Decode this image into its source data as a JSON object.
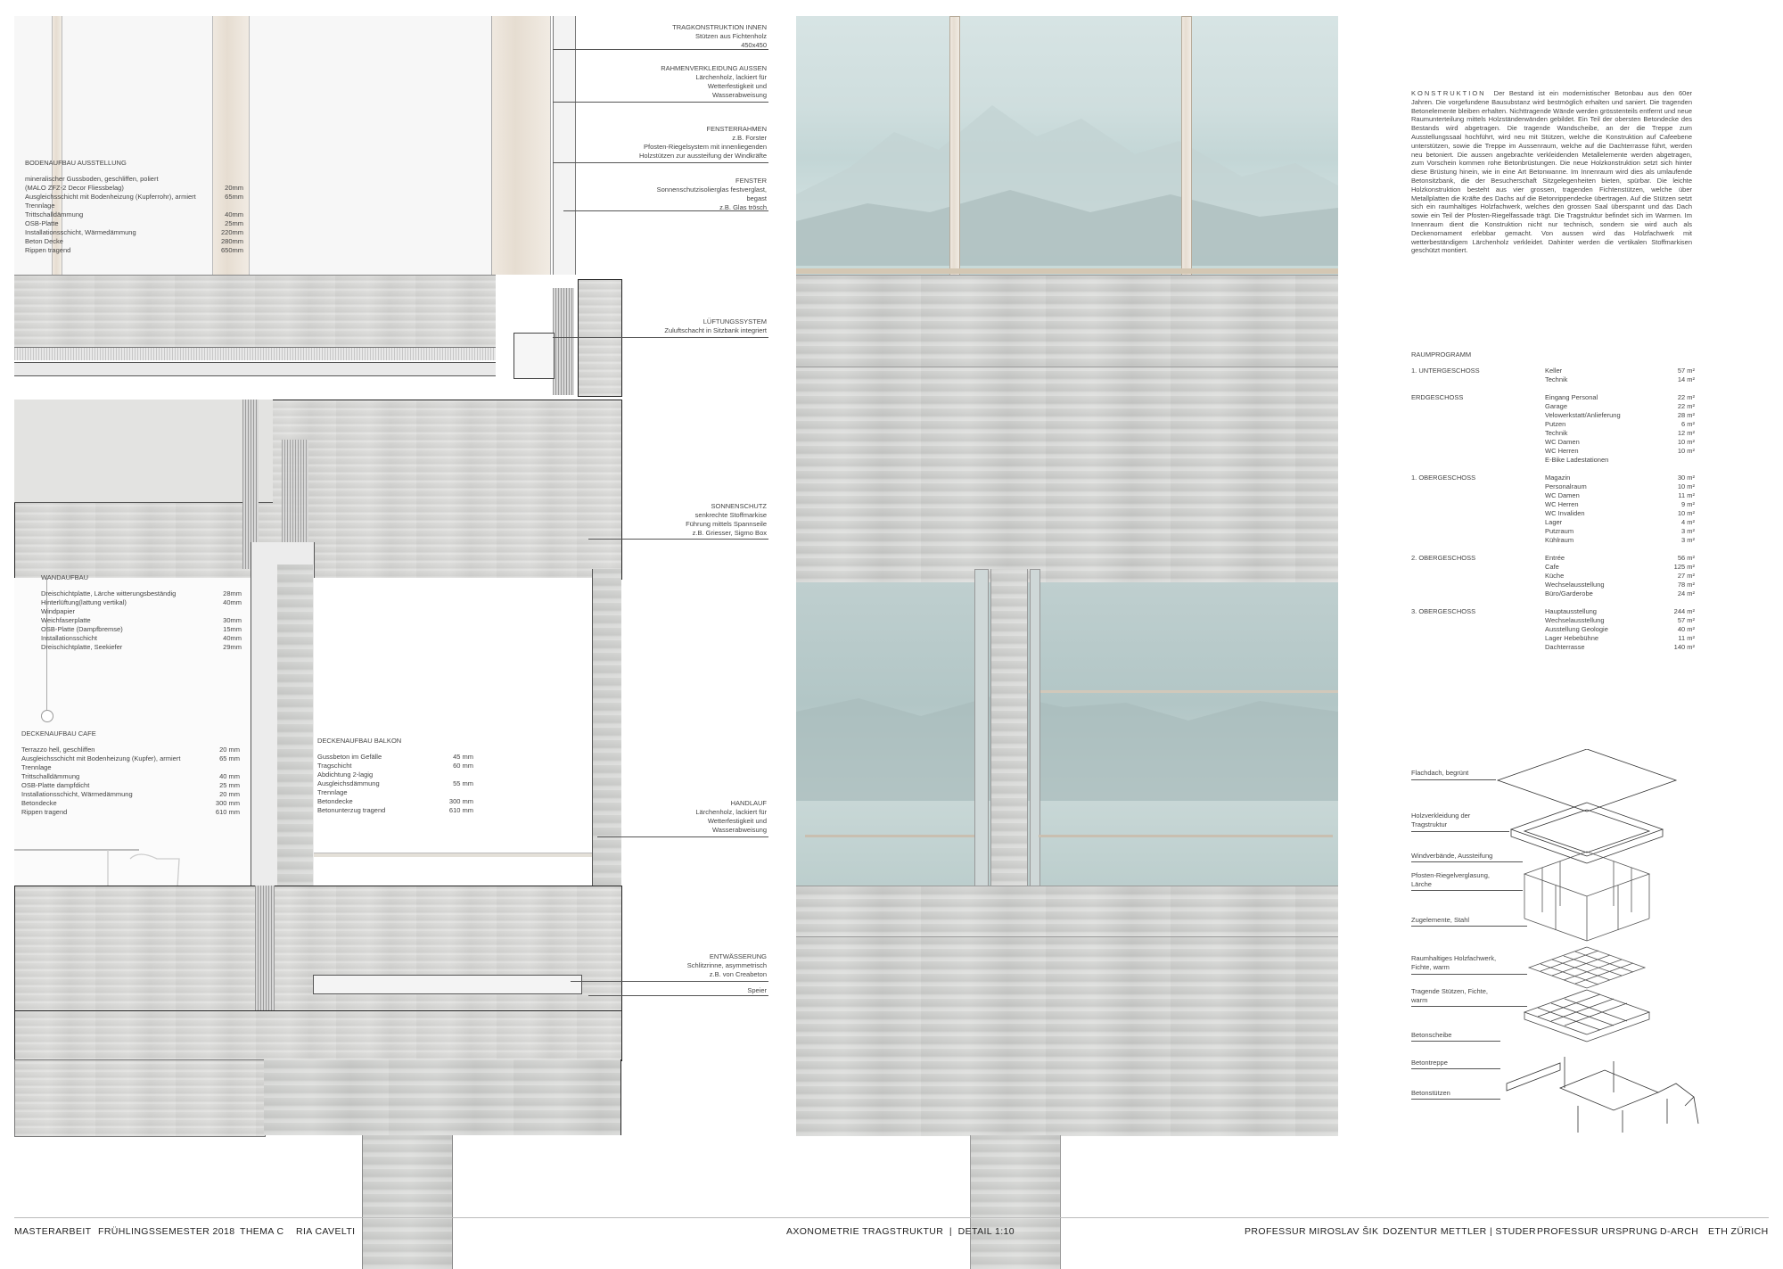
{
  "annotations": {
    "tragkonstruktion": [
      "TRAGKONSTRUKTION INNEN",
      "Stützen aus Fichtenholz",
      "450x450"
    ],
    "rahmen": [
      "RAHMENVERKLEIDUNG AUSSEN",
      "Lärchenholz, lackiert für",
      "Wetterfestigkeit und",
      "Wasserabweisung"
    ],
    "fensterrahmen": [
      "FENSTERRAHMEN",
      "z.B. Forster",
      "Pfosten-Riegelsystem mit innenliegenden",
      "Holzstützen zur aussteifung der Windkräfte"
    ],
    "fenster": [
      "FENSTER",
      "Sonnenschutzisolierglas festverglast,",
      "begast",
      "z.B. Glas trösch"
    ],
    "lueftung": [
      "LÜFTUNGSSYSTEM",
      "Zuluftschacht in Sitzbank integriert"
    ],
    "sonnenschutz": [
      "SONNENSCHUTZ",
      "senkrechte Stoffmarkise",
      "Führung mittels Spannseile",
      "z.B. Griesser, Sigmo Box"
    ],
    "handlauf": [
      "HANDLAUF",
      "Lärchenholz, lackiert für",
      "Wetterfestigkeit und",
      "Wasserabweisung"
    ],
    "entwaesserung": [
      "ENTWÄSSERUNG",
      "Schlitzrinne, asymmetrisch",
      "z.B. von Creabeton"
    ],
    "speier": "Speier"
  },
  "bodenaufbau": {
    "title": "BODENAUFBAU AUSSTELLUNG",
    "rows": [
      [
        "mineralischer Gussboden, geschliffen, poliert",
        ""
      ],
      [
        "(MALO ZFZ-2 Decor Fliessbelag)",
        "20mm"
      ],
      [
        "Ausgleichsschicht mit Bodenheizung (Kupferrohr), armiert",
        "65mm"
      ],
      [
        "Trennlage",
        ""
      ],
      [
        "Trittschalldämmung",
        "40mm"
      ],
      [
        "OSB-Platte",
        "25mm"
      ],
      [
        "Installationsschicht, Wärmedämmung",
        "220mm"
      ],
      [
        "Beton Decke",
        "280mm"
      ],
      [
        "Rippen tragend",
        "650mm"
      ]
    ]
  },
  "wandaufbau": {
    "title": "WANDAUFBAU",
    "rows": [
      [
        "Dreischichtplatte, Lärche witterungsbeständig",
        "28mm"
      ],
      [
        "Hinterlüftung(lattung vertikal)",
        "40mm"
      ],
      [
        "Windpapier",
        ""
      ],
      [
        "Weichfaserplatte",
        "30mm"
      ],
      [
        "OSB-Platte (Dampfbremse)",
        "15mm"
      ],
      [
        "Installationsschicht",
        "40mm"
      ],
      [
        "Dreischichtplatte, Seekiefer",
        "29mm"
      ]
    ]
  },
  "deckenaufbau_cafe": {
    "title": "DECKENAUFBAU CAFE",
    "rows": [
      [
        "Terrazzo hell, geschliffen",
        "20 mm"
      ],
      [
        "Ausgleichsschicht mit Bodenheizung (Kupfer), armiert",
        "65 mm"
      ],
      [
        "Trennlage",
        ""
      ],
      [
        "Trittschalldämmung",
        "40 mm"
      ],
      [
        "OSB-Platte dampfdicht",
        "25 mm"
      ],
      [
        "Installationsschicht, Wärmedämmung",
        "20 mm"
      ],
      [
        "Betondecke",
        "300 mm"
      ],
      [
        "Rippen tragend",
        "610 mm"
      ]
    ]
  },
  "deckenaufbau_balkon": {
    "title": "DECKENAUFBAU BALKON",
    "rows": [
      [
        "Gussbeton im Gefälle",
        "45 mm"
      ],
      [
        "Tragschicht",
        "60 mm"
      ],
      [
        "Abdichtung 2-lagig",
        ""
      ],
      [
        "Ausgleichsdämmung",
        "55 mm"
      ],
      [
        "Trennlage",
        ""
      ],
      [
        "Betondecke",
        "300 mm"
      ],
      [
        "Betonunterzug tragend",
        "610 mm"
      ]
    ]
  },
  "konstruktion": {
    "title": "KONSTRUKTION",
    "text": "Der Bestand ist ein modernistischer Betonbau aus den 60er Jahren. Die vorgefundene Bausubstanz wird bestmöglich erhalten und saniert. Die tragenden Betonelemente bleiben erhalten. Nichttragende Wände werden grösstenteils entfernt und neue Raumunterteilung mittels Holzständerwänden gebildet. Ein Teil der obersten Betondecke des Bestands wird abgetragen. Die tragende Wandscheibe, an der die Treppe zum Ausstellungssaal hochführt, wird neu mit Stützen, welche die Konstruktion auf Cafeebene unterstützen, sowie die Treppe im Aussenraum, welche auf die Dachterrasse führt, werden neu betoniert. Die aussen angebrachte verkleidenden Metallelemente werden abgetragen, zum Vorschein kommen rohe Betonbrüstungen. Die neue Holzkonstruktion setzt sich hinter diese Brüstung hinein, wie in eine Art Betonwanne. Im Innenraum wird dies als umlaufende Betonsitzbank, die der Besucherschaft Sitzgelegenheiten bieten, spürbar. Die leichte Holzkonstruktion besteht aus vier grossen, tragenden Fichtenstützen, welche über Metallplatten die Kräfte des Dachs auf die Betonrippendecke übertragen. Auf die Stützen setzt sich ein raumhaltiges Holzfachwerk, welches den grossen Saal überspannt und das Dach sowie ein Teil der Pfosten-Riegelfassade trägt. Die Tragstruktur befindet sich im Warmen. Im Innenraum dient die Konstruktion nicht nur technisch, sondern sie wird auch als Deckenornament erlebbar gemacht. Von aussen wird das Holzfachwerk mit wetterbeständigem Lärchenholz verkleidet. Dahinter werden die vertikalen Stoffmarkisen geschützt montiert."
  },
  "raumprogramm": {
    "title": "RAUMPROGRAMM",
    "groups": [
      {
        "floor": "1. UNTERGESCHOSS",
        "rooms": [
          [
            "Keller",
            "57 m²"
          ],
          [
            "Technik",
            "14 m²"
          ]
        ]
      },
      {
        "floor": "ERDGESCHOSS",
        "rooms": [
          [
            "Eingang Personal",
            "22 m²"
          ],
          [
            "Garage",
            "22 m²"
          ],
          [
            "Velowerkstatt/Anlieferung",
            "28 m²"
          ],
          [
            "Putzen",
            "6 m²"
          ],
          [
            "Technik",
            "12 m²"
          ],
          [
            "WC Damen",
            "10 m²"
          ],
          [
            "WC Herren",
            "10 m²"
          ],
          [
            "E-Bike Ladestationen",
            ""
          ]
        ]
      },
      {
        "floor": "1. OBERGESCHOSS",
        "rooms": [
          [
            "Magazin",
            "30 m²"
          ],
          [
            "Personalraum",
            "10 m²"
          ],
          [
            "WC Damen",
            "11 m²"
          ],
          [
            "WC Herren",
            "9 m²"
          ],
          [
            "WC Invaliden",
            "10 m²"
          ],
          [
            "Lager",
            "4 m²"
          ],
          [
            "Putzraum",
            "3 m²"
          ],
          [
            "Kühlraum",
            "3 m²"
          ]
        ]
      },
      {
        "floor": "2. OBERGESCHOSS",
        "rooms": [
          [
            "Entrée",
            "56 m²"
          ],
          [
            "Cafe",
            "125 m²"
          ],
          [
            "Küche",
            "27 m²"
          ],
          [
            "Wechselausstellung",
            "78 m²"
          ],
          [
            "Büro/Garderobe",
            "24 m²"
          ]
        ]
      },
      {
        "floor": "3. OBERGESCHOSS",
        "rooms": [
          [
            "Hauptausstellung",
            "244 m²"
          ],
          [
            "Wechselausstellung",
            "57 m²"
          ],
          [
            "Ausstellung Geologie",
            "40 m²"
          ],
          [
            "Lager Hebebühne",
            "11 m²"
          ],
          [
            "",
            ""
          ],
          [
            "Dachterrasse",
            "140 m²"
          ]
        ]
      }
    ]
  },
  "axo_labels": [
    "Flachdach, begrünt",
    "Holzverkleidung der Tragstruktur",
    "Windverbände, Aussteifung",
    "Pfosten-Riegelverglasung, Lärche",
    "Zugelemente, Stahl",
    "Raumhaltiges Holzfachwerk, Fichte, warm",
    "Tragende Stützen, Fichte, warm",
    "Betonscheibe",
    "Betontreppe",
    "Betonstützen"
  ],
  "footer": {
    "left": [
      "MASTERARBEIT",
      "FRÜHLINGSSEMESTER 2018",
      "THEMA C",
      "RIA CAVELTI"
    ],
    "center": "AXONOMETRIE TRAGSTRUKTUR  |  DETAIL 1:10",
    "right": [
      "PROFESSUR MIROSLAV ŠIK",
      "DOZENTUR METTLER | STUDER",
      "PROFESSUR URSPRUNG",
      "D-ARCH",
      "ETH ZÜRICH"
    ]
  }
}
